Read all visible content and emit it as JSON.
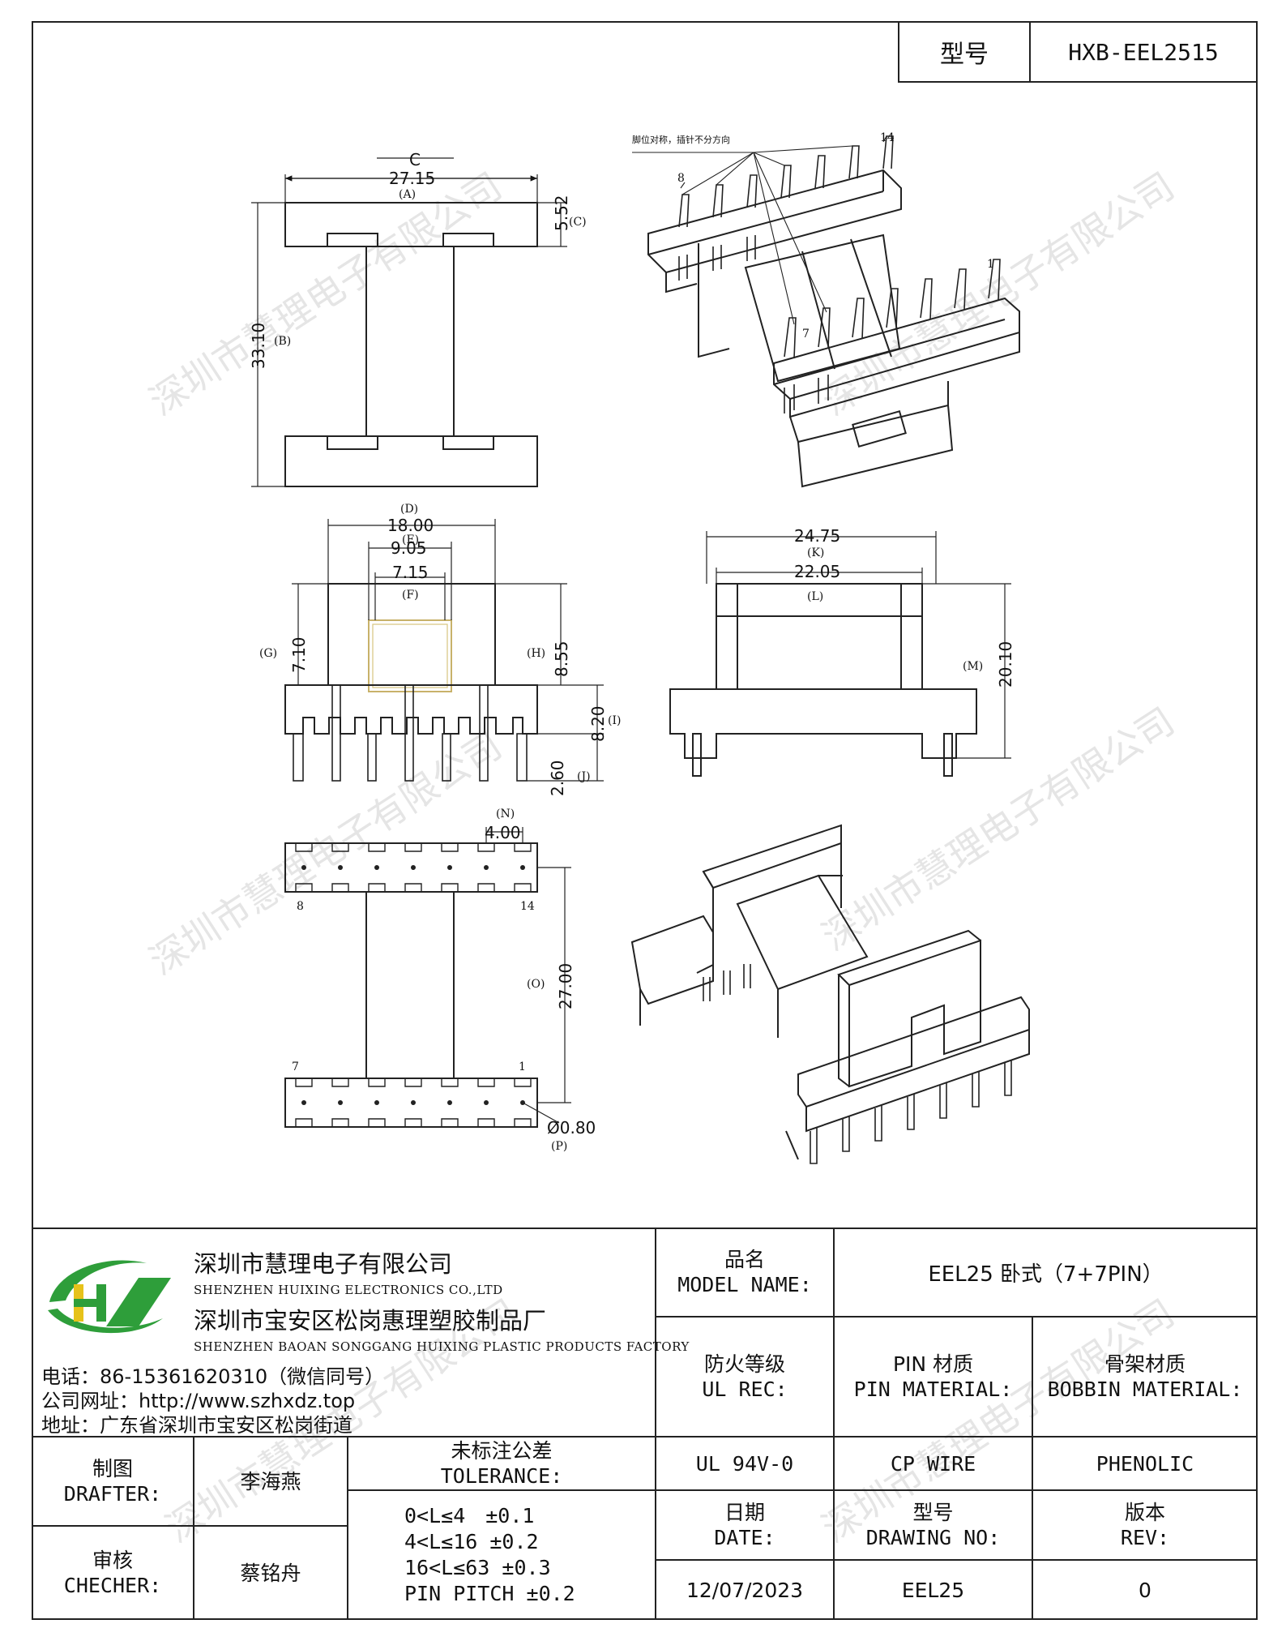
{
  "header": {
    "model_label": "型号",
    "model_value": "HXB-EEL2515"
  },
  "watermark": "深圳市慧理电子有限公司",
  "drawing": {
    "top_view": {
      "dim_c_top": "C",
      "dim_a": "27.15",
      "dim_a_letter": "(A)",
      "dim_c": "5.52",
      "dim_c_letter": "(C)",
      "dim_b": "33.10",
      "dim_b_letter": "(B)"
    },
    "iso_pins": {
      "note": "脚位对称，插针不分方向",
      "pin_14": "14",
      "pin_8": "8",
      "pin_1": "1",
      "pin_7": "7"
    },
    "front_view": {
      "dim_d_letter": "(D)",
      "dim_d": "18.00",
      "dim_e_letter": "(E)",
      "dim_e": "9.05",
      "dim_f": "7.15",
      "dim_f_letter": "(F)",
      "dim_g_letter": "(G)",
      "dim_g": "7.10",
      "dim_h_letter": "(H)",
      "dim_h": "8.55",
      "dim_i": "8.20",
      "dim_i_letter": "(I)",
      "dim_j": "2.60",
      "dim_j_letter": "(J)"
    },
    "side_view": {
      "dim_k": "24.75",
      "dim_k_letter": "(K)",
      "dim_l": "22.05",
      "dim_l_letter": "(L)",
      "dim_m_letter": "(M)",
      "dim_m": "20.10"
    },
    "bottom_view": {
      "dim_n_letter": "(N)",
      "dim_n": "4.00",
      "pin_8": "8",
      "pin_14": "14",
      "dim_o_letter": "(O)",
      "dim_o": "27.00",
      "pin_7": "7",
      "pin_1": "1",
      "dim_p": "Ø0.80",
      "dim_p_letter": "(P)"
    }
  },
  "title_block": {
    "company_cn": "深圳市慧理电子有限公司",
    "company_en": "SHENZHEN HUIXING ELECTRONICS CO.,LTD",
    "factory_cn": "深圳市宝安区松岗惠理塑胶制品厂",
    "factory_en": "SHENZHEN BAOAN SONGGANG HUIXING PLASTIC PRODUCTS FACTORY",
    "phone": "电话：86-15361620310（微信同号）",
    "website": "公司网址：http://www.szhxdz.top",
    "address": "地址：广东省深圳市宝安区松岗街道",
    "logo_text": "HX",
    "model_name_cn": "品名",
    "model_name_en": "MODEL NAME:",
    "model_name_value": "EEL25 卧式（7+7PIN）",
    "ul_cn": "防火等级",
    "ul_en": "UL REC:",
    "pin_cn": "PIN 材质",
    "pin_en": "PIN MATERIAL:",
    "bobbin_cn": "骨架材质",
    "bobbin_en": "BOBBIN MATERIAL:",
    "ul_value": "UL 94V-0",
    "pin_value": "CP WIRE",
    "bobbin_value": "PHENOLIC",
    "drafter_cn": "制图",
    "drafter_en": "DRAFTER:",
    "drafter_name": "李海燕",
    "checker_cn": "审核",
    "checker_en": "CHECHER:",
    "checker_name": "蔡铭舟",
    "tolerance_cn": "未标注公差",
    "tolerance_en": "TOLERANCE:",
    "tolerance_lines": [
      "0<L≤4　±0.1",
      "4<L≤16 ±0.2",
      "16<L≤63 ±0.3",
      "PIN PITCH ±0.2"
    ],
    "date_cn": "日期",
    "date_en": "DATE:",
    "drawing_no_cn": "型号",
    "drawing_no_en": "DRAWING NO:",
    "rev_cn": "版本",
    "rev_en": "REV:",
    "date_value": "12/07/2023",
    "drawing_no_value": "EEL25",
    "rev_value": "0"
  },
  "colors": {
    "logo_green": "#2e9e3a",
    "logo_yellow": "#e6c21a",
    "line": "#222222"
  }
}
